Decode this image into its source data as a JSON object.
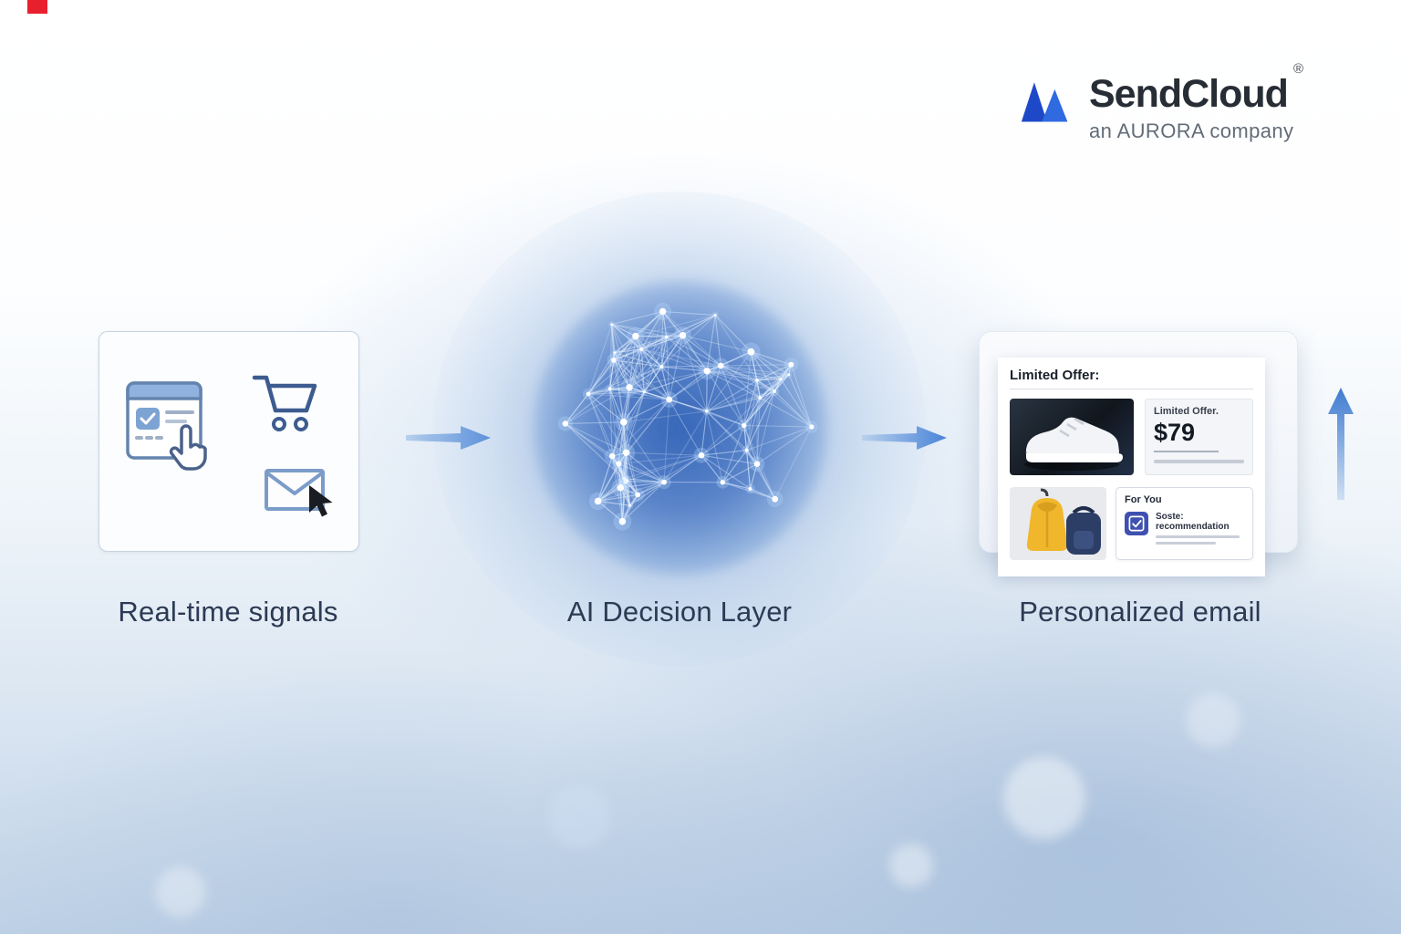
{
  "brand": {
    "name": "SendCloud",
    "registered": "®",
    "tagline": "an AURORA company"
  },
  "steps": {
    "realtime": "Real-time signals",
    "ai": "AI Decision Layer",
    "email": "Personalized email"
  },
  "email_mockup": {
    "header": "Limited Offer:",
    "offer_title": "Limited Offer.",
    "offer_price": "$79",
    "for_you": "For You",
    "recommendation": "Soste: recommendation"
  },
  "icons": {
    "brand_mark": "sendcloud-m-mark",
    "signals": [
      "browser-window-icon",
      "shopping-cart-icon",
      "email-envelope-icon",
      "cursor-arrow-icon",
      "hand-pointer-icon"
    ],
    "email": [
      "checkbox-check-icon"
    ],
    "flow": [
      "arrow-right-icon",
      "arrow-right-icon",
      "arrow-up-icon"
    ]
  },
  "colors": {
    "brand_blue_dark": "#1d49c8",
    "brand_blue_light": "#2f6ae0",
    "arrow_blue": "#4a84d8",
    "label_text": "#2c3a54",
    "sphere_core_blue": "#2759b2",
    "hoodie_yellow": "#f0b62c",
    "backpack_navy": "#2c3e66",
    "check_indigo": "#3f51b0",
    "corner_red": "#e8202e"
  }
}
